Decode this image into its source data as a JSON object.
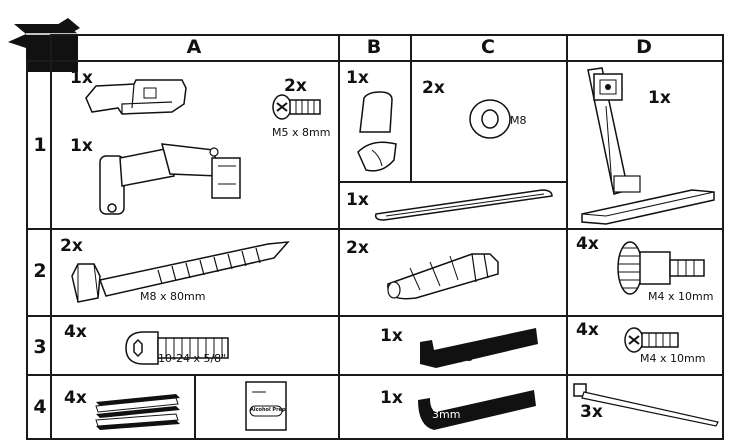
{
  "columns": [
    "A",
    "B",
    "C",
    "D"
  ],
  "rows": [
    "1",
    "2",
    "3",
    "4"
  ],
  "parts": {
    "a1_bracket_qty": "1x",
    "a1_screw_qty": "2x",
    "a1_screw_label": "M5 x 8mm",
    "a1_arm_qty": "1x",
    "b1_cap_qty": "1x",
    "c1_washer_qty": "2x",
    "c1_washer_label": "M8",
    "bc1_bar_qty": "1x",
    "d1_stand_qty": "1x",
    "a2_lagbolt_qty": "2x",
    "a2_lagbolt_label": "M8 x 80mm",
    "bc2_anchor_qty": "2x",
    "d2_knob_qty": "4x",
    "d2_knob_label": "M4 x 10mm",
    "a3_screw_qty": "4x",
    "a3_screw_label": "10-24 x 5/8\"",
    "bc3_hexkey_qty": "1x",
    "bc3_hexkey_label": "1/8\"",
    "d3_screw_qty": "4x",
    "d3_screw_label": "M4 x 10mm",
    "a4_tape_qty": "4x",
    "a4_wipe_label": "Alcohol Prep",
    "bc4_hexkey_qty": "1x",
    "bc4_hexkey_label": "3mm",
    "d4_tie_qty": "3x"
  }
}
